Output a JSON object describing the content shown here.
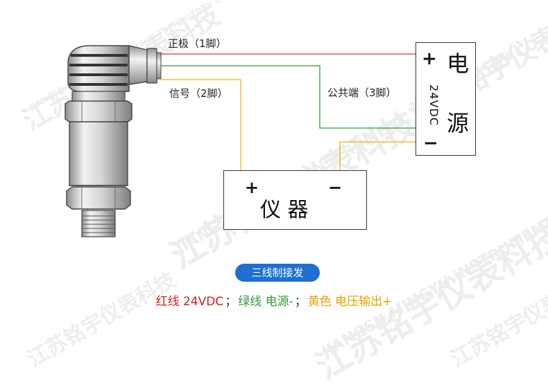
{
  "watermark": {
    "company_cn": "江苏铭宇仪表科技",
    "company_en": "JIANGSU MINGYU INSTRUMENT TECHNOLOGY CO., LTD."
  },
  "wires": {
    "positive_label": "正极（1脚）",
    "signal_label": "信号（2脚）",
    "common_label": "公共端（3脚）"
  },
  "power_supply": {
    "plus": "+",
    "minus": "−",
    "voltage": "24VDC",
    "title_char1": "电",
    "title_char2": "源"
  },
  "instrument": {
    "plus": "+",
    "minus": "−",
    "title": "仪 器"
  },
  "caption": "三线制接发",
  "legend": {
    "red": "红线  24VDC",
    "sep1": "；",
    "green": "绿线  电源-",
    "sep2": "；",
    "yellow": "黄色  电压输出+"
  },
  "colors": {
    "red_wire": "#e03030",
    "green_wire": "#2e9a3a",
    "yellow_wire": "#f0b400",
    "caption_bg": "#1e6fd1",
    "legend_red": "#cc1f1f",
    "legend_green": "#2f9a3a",
    "legend_yellow": "#e3a100"
  }
}
